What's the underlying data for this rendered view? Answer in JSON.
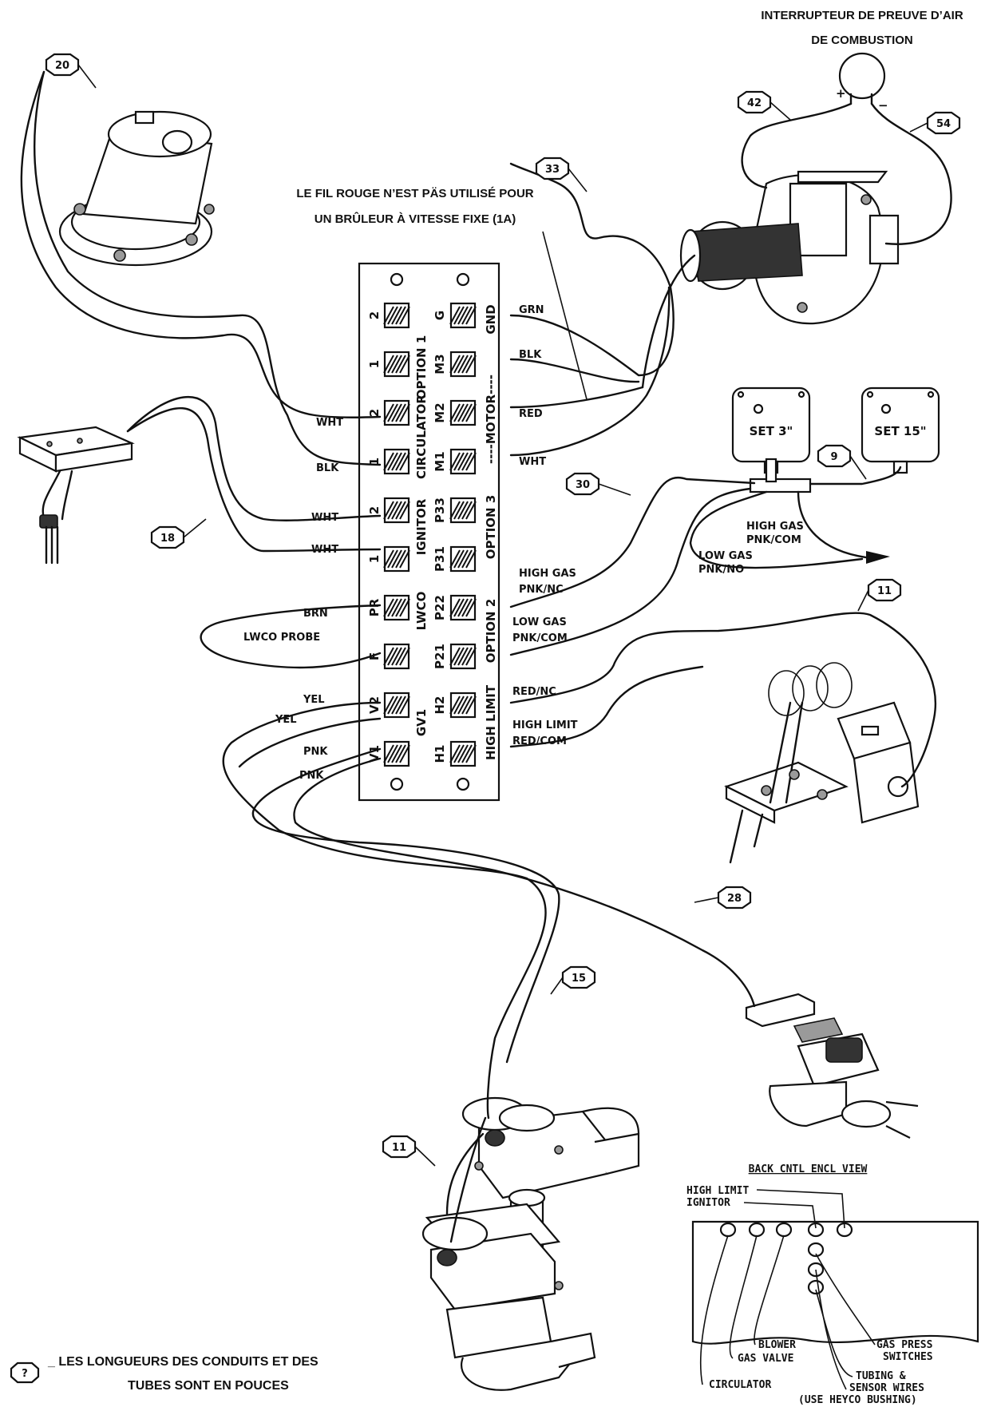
{
  "notes": {
    "air_switch_line1": "INTERRUPTEUR DE PREUVE D’AIR",
    "air_switch_line2": "DE COMBUSTION",
    "red_wire_line1": "LE FIL ROUGE N’EST PÄS UTILISÉ POUR",
    "red_wire_line2": "UN BRÛLEUR À VITESSE FIXE (1A)",
    "footer_line1": "_ LES LONGUEURS DES  CONDUITS ET DES",
    "footer_line2": "TUBES SONT EN POUCES",
    "footer_symbol": "?"
  },
  "callouts": {
    "c20": "20",
    "c42": "42",
    "c54": "54",
    "c33": "33",
    "c18": "18",
    "c30": "30",
    "c9": "9",
    "c11a": "11",
    "c28": "28",
    "c15": "15",
    "c11b": "11"
  },
  "switch_polarity": {
    "plus": "+",
    "minus": "−"
  },
  "pressure_switches": {
    "left": "SET 3\"",
    "right": "SET 15\""
  },
  "terminal_board": {
    "left_numbers": [
      "2",
      "1",
      "2",
      "1",
      "2",
      "1",
      "PR",
      "F",
      "V2",
      "V1"
    ],
    "right_codes": [
      "G",
      "M3",
      "M2",
      "M1",
      "P33",
      "P31",
      "P22",
      "P21",
      "H2",
      "H1"
    ],
    "right_terms": [
      "GND"
    ],
    "group_labels": {
      "option1": "OPTION 1",
      "circulator": "CIRCULATOR",
      "ignitor": "IGNITOR",
      "lwco": "LWCO",
      "gv1": "GV1",
      "motor": "----MOTOR----",
      "option3": "OPTION 3",
      "option2": "OPTION 2",
      "high_limit": "HIGH LIMIT"
    }
  },
  "wire_labels": {
    "grn": "GRN",
    "blk_r": "BLK",
    "red": "RED",
    "wht_r": "WHT",
    "wht_circ2": "WHT",
    "blk_circ1": "BLK",
    "wht_ign2": "WHT",
    "wht_ign1": "WHT",
    "brn": "BRN",
    "lwco_probe": "LWCO  PROBE",
    "yel1": "YEL",
    "yel2": "YEL",
    "pnk1": "PNK",
    "pnk2": "PNK",
    "high_gas_1": "HIGH  GAS",
    "high_gas_2": "PNK/NC",
    "low_gas_1": "LOW  GAS",
    "low_gas_2": "PNK/COM",
    "red_nc": "RED/NC",
    "high_limit": "HIGH LIMIT",
    "red_com": "RED/COM",
    "hg_sw_1": "HIGH  GAS",
    "hg_sw_2": "PNK/COM",
    "lg_sw_1": "LOW  GAS",
    "lg_sw_2": "PNK/NO"
  },
  "back_view": {
    "title": "BACK  CNTL  ENCL  VIEW",
    "high_limit": "HIGH LIMIT",
    "ignitor": "IGNITOR",
    "blower": "BLOWER",
    "gas_valve": "GAS VALVE",
    "circulator": "CIRCULATOR",
    "gas_press_1": "GAS  PRESS",
    "gas_press_2": "SWITCHES",
    "tubing_1": "TUBING   &",
    "tubing_2": "SENSOR  WIRES",
    "tubing_3": "(USE  HEYCO  BUSHING)"
  }
}
